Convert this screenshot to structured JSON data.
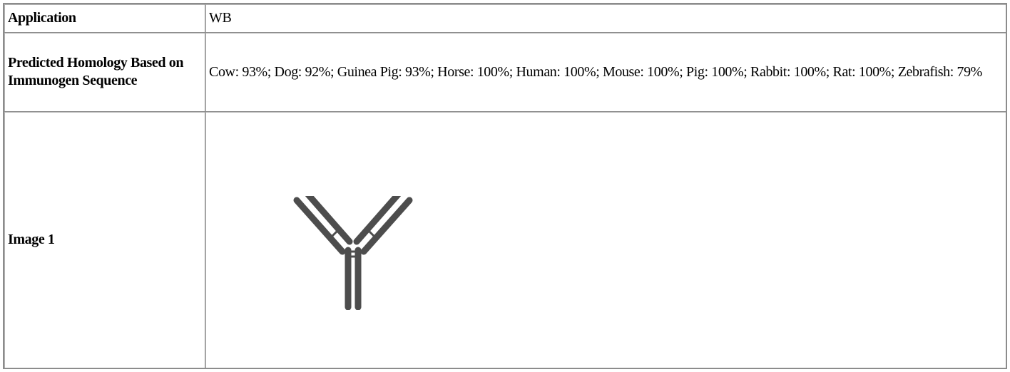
{
  "table": {
    "rows": [
      {
        "label": "Application",
        "value": "WB"
      },
      {
        "label": "Predicted Homology Based on Immunogen Sequence",
        "value": "Cow: 93%; Dog: 92%; Guinea Pig: 93%; Horse: 100%; Human: 100%; Mouse: 100%; Pig: 100%; Rabbit: 100%; Rat: 100%; Zebrafish: 79%"
      },
      {
        "label": "Image 1",
        "image_icon": "antibody-icon"
      }
    ]
  },
  "colors": {
    "border": "#8c8c8c",
    "icon": "#4d4d4d",
    "text": "#000000",
    "background": "#ffffff"
  }
}
